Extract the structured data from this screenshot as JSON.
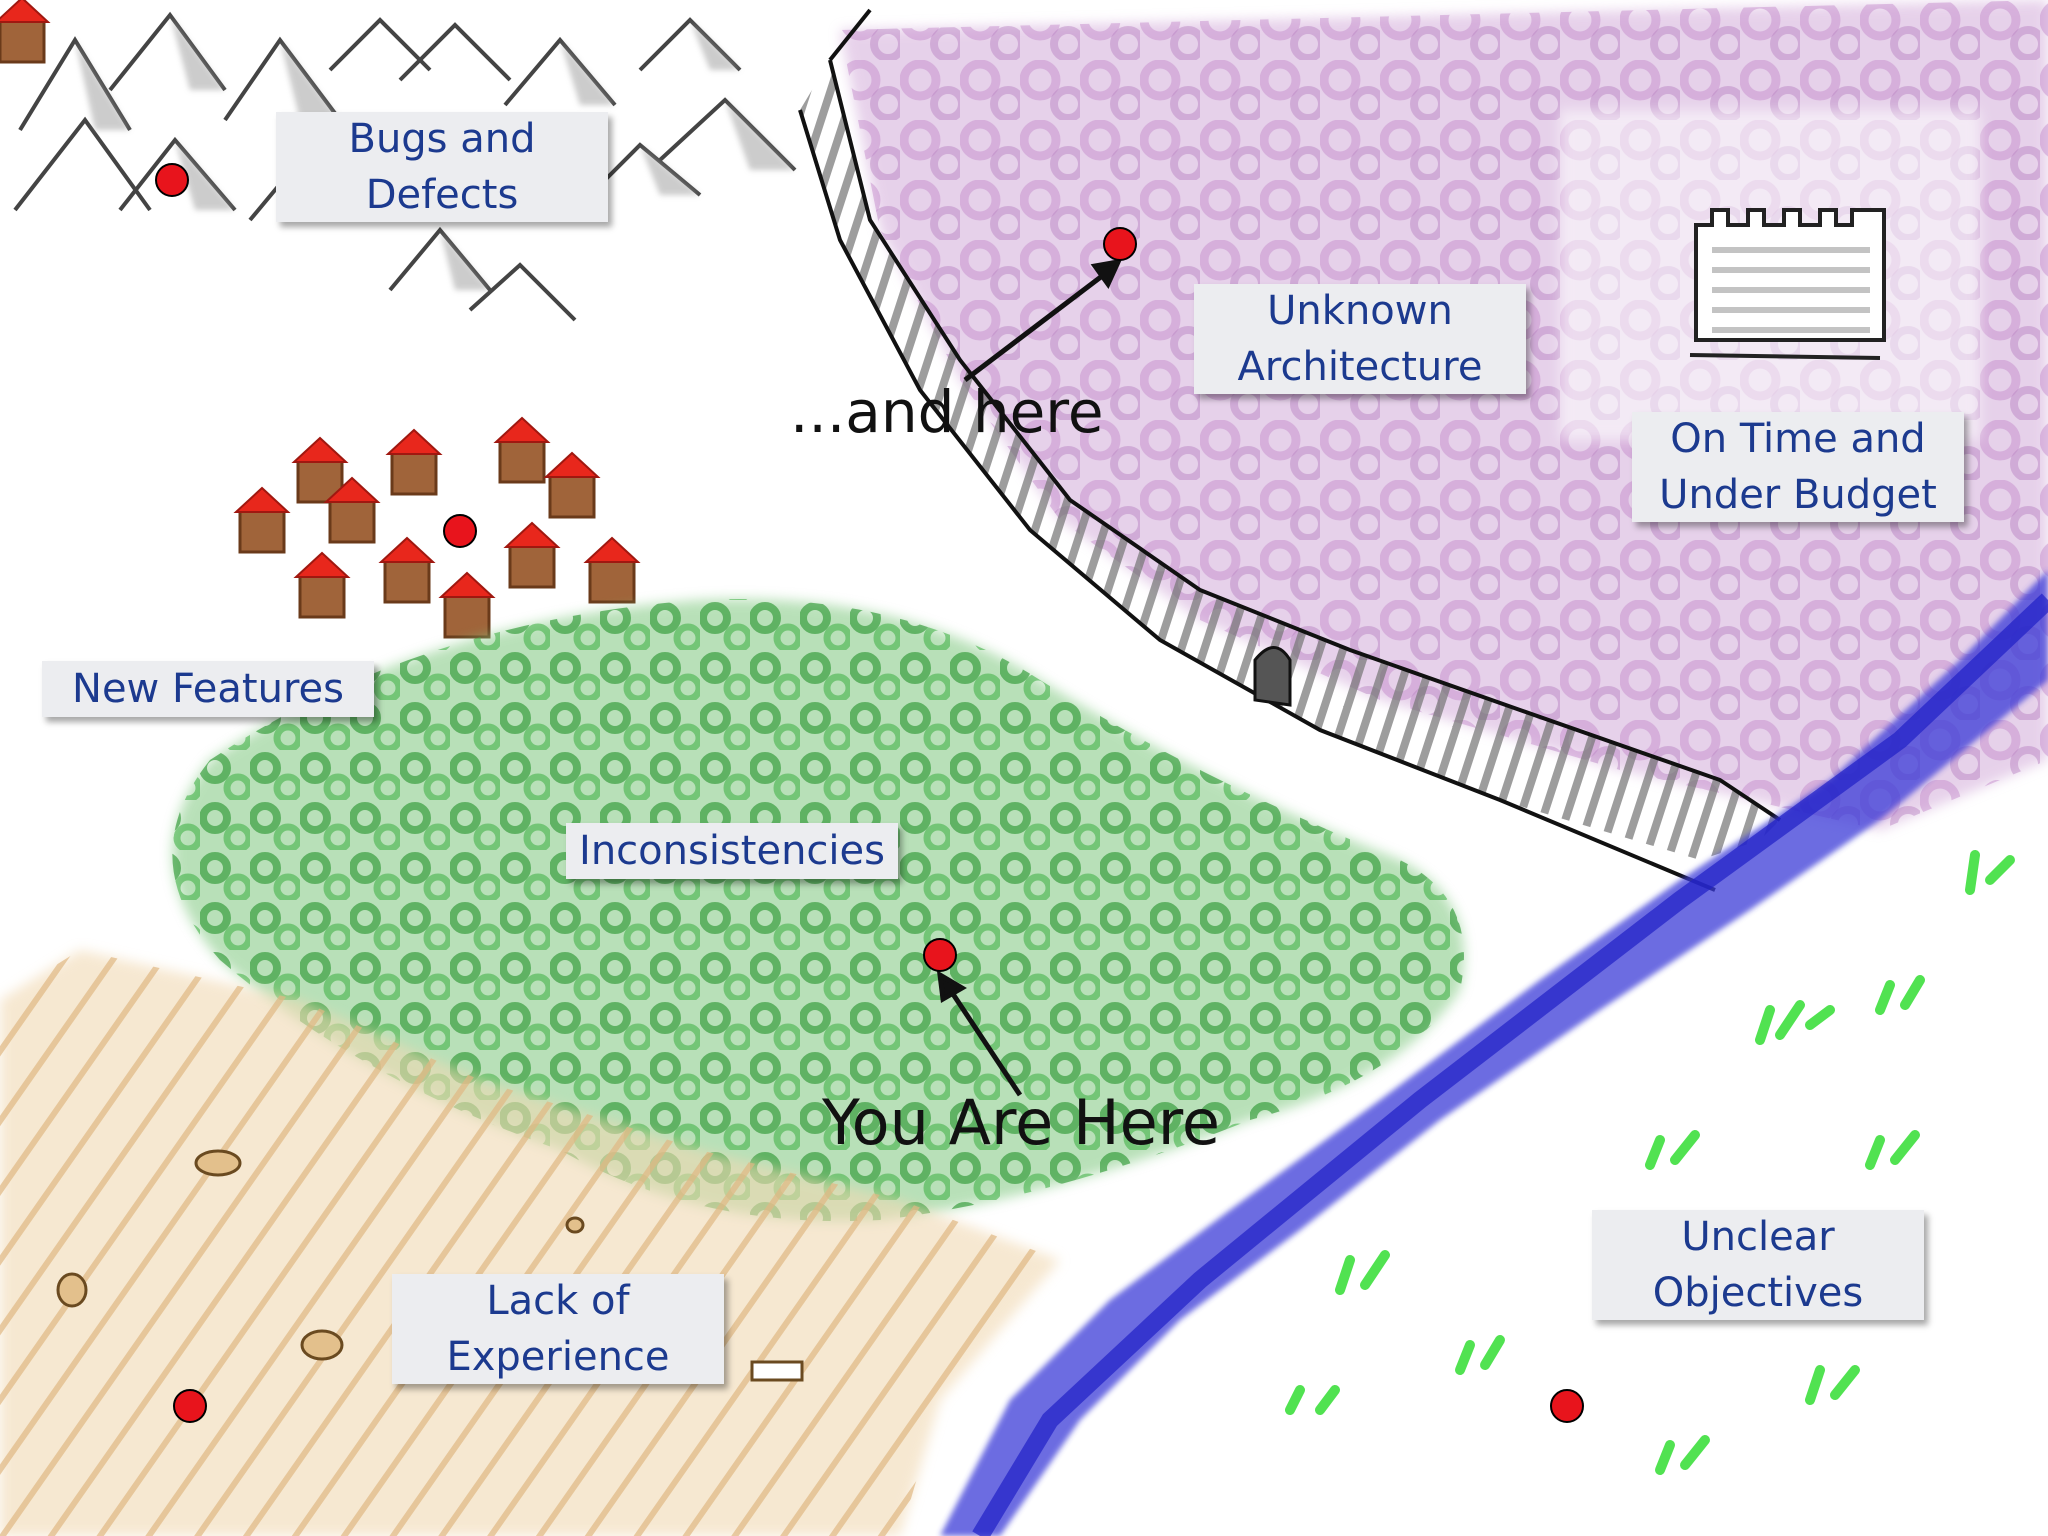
{
  "labels": {
    "bugs": {
      "line1": "Bugs and",
      "line2": "Defects"
    },
    "unknown_arch": {
      "line1": "Unknown",
      "line2": "Architecture"
    },
    "on_time": {
      "line1": "On Time and",
      "line2": "Under Budget"
    },
    "new_features": {
      "text": "New Features"
    },
    "inconsistencies": {
      "text": "Inconsistencies"
    },
    "lack_experience": {
      "line1": "Lack of",
      "line2": "Experience"
    },
    "unclear": {
      "line1": "Unclear",
      "line2": "Objectives"
    }
  },
  "callouts": {
    "and_here": "...and here",
    "you_are_here": "You Are Here"
  },
  "colors": {
    "marker": "#e8141c",
    "label_text": "#1c3a8f",
    "forest": "#3aa53f",
    "fog": "#c79ad0",
    "river": "#3a3ad8",
    "wheat": "#e3c08c",
    "grass": "#33dd33",
    "roof": "#e8271c",
    "house": "#a0643a"
  },
  "icons": [
    "mountains",
    "village",
    "forest",
    "wall",
    "castle-tower",
    "river",
    "grass-tufts",
    "wheat-field"
  ]
}
